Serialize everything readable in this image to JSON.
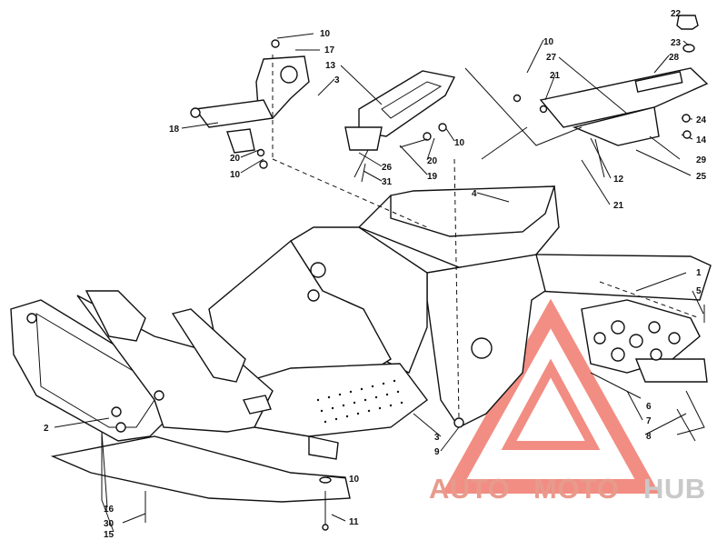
{
  "callouts": [
    {
      "id": "c10a",
      "text": "10"
    },
    {
      "id": "c17",
      "text": "17"
    },
    {
      "id": "c13",
      "text": "13"
    },
    {
      "id": "c3a",
      "text": "3"
    },
    {
      "id": "c18",
      "text": "18"
    },
    {
      "id": "c20a",
      "text": "20"
    },
    {
      "id": "c10b",
      "text": "10"
    },
    {
      "id": "c10c",
      "text": "10"
    },
    {
      "id": "c20b",
      "text": "20"
    },
    {
      "id": "c19",
      "text": "19"
    },
    {
      "id": "c26",
      "text": "26"
    },
    {
      "id": "c31",
      "text": "31"
    },
    {
      "id": "c4",
      "text": "4"
    },
    {
      "id": "c10d",
      "text": "10"
    },
    {
      "id": "c27",
      "text": "27"
    },
    {
      "id": "c21a",
      "text": "21"
    },
    {
      "id": "c22",
      "text": "22"
    },
    {
      "id": "c23",
      "text": "23"
    },
    {
      "id": "c28",
      "text": "28"
    },
    {
      "id": "c24",
      "text": "24"
    },
    {
      "id": "c14",
      "text": "14"
    },
    {
      "id": "c29",
      "text": "29"
    },
    {
      "id": "c25",
      "text": "25"
    },
    {
      "id": "c12",
      "text": "12"
    },
    {
      "id": "c21b",
      "text": "21"
    },
    {
      "id": "c1",
      "text": "1"
    },
    {
      "id": "c5",
      "text": "5"
    },
    {
      "id": "c6",
      "text": "6"
    },
    {
      "id": "c7",
      "text": "7"
    },
    {
      "id": "c8",
      "text": "8"
    },
    {
      "id": "c2",
      "text": "2"
    },
    {
      "id": "c3b",
      "text": "3"
    },
    {
      "id": "c9",
      "text": "9"
    },
    {
      "id": "c10e",
      "text": "10"
    },
    {
      "id": "c11",
      "text": "11"
    },
    {
      "id": "c16",
      "text": "16"
    },
    {
      "id": "c30",
      "text": "30"
    },
    {
      "id": "c15",
      "text": "15"
    }
  ],
  "watermark": {
    "part1": "AUTO",
    "part2": "MOTO",
    "part3": "HUB",
    "color_primary": "#e89a8c",
    "color_secondary": "#c9c9c9",
    "triangle_color": "#f07a6e"
  }
}
